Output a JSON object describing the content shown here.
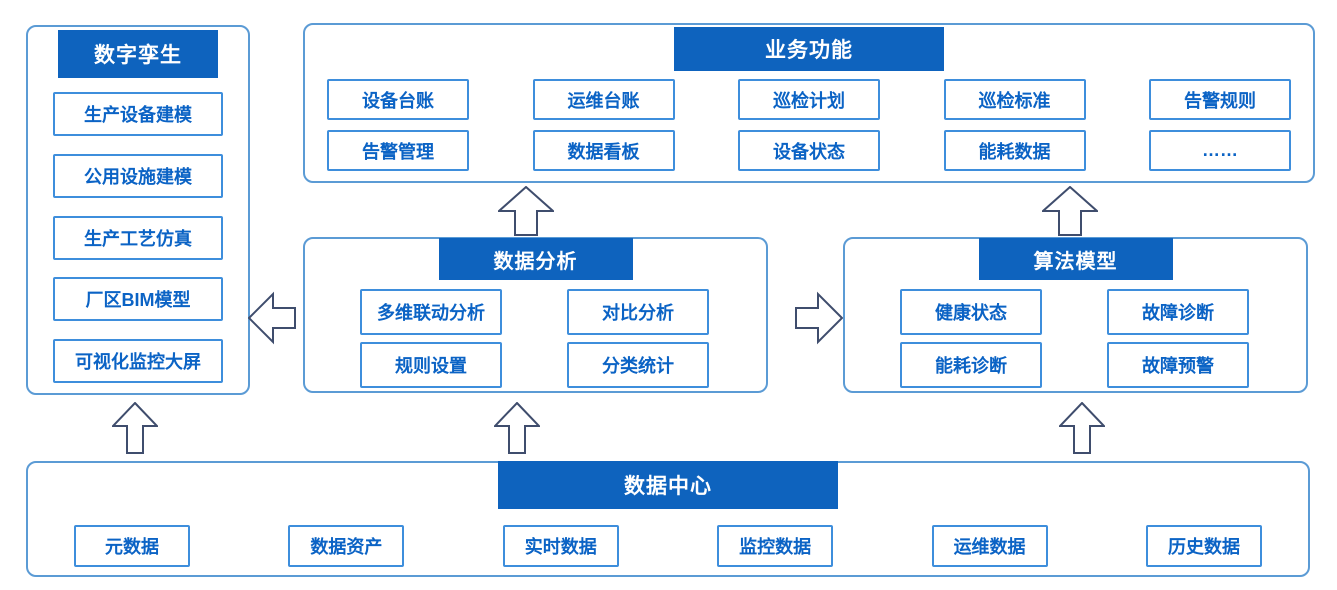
{
  "colors": {
    "header_fill": "#0E63BE",
    "header_text": "#FFFFFF",
    "item_text": "#0B63C5",
    "panel_border": "#5B9BD5",
    "item_border": "#3E8EDC",
    "arrow_stroke": "#3F4D6D",
    "background": "#FFFFFF"
  },
  "panels": {
    "digital_twin": {
      "title": "数字孪生",
      "items": [
        "生产设备建模",
        "公用设施建模",
        "生产工艺仿真",
        "厂区BIM模型",
        "可视化监控大屏"
      ]
    },
    "business_functions": {
      "title": "业务功能",
      "items_row1": [
        "设备台账",
        "运维台账",
        "巡检计划",
        "巡检标准",
        "告警规则"
      ],
      "items_row2": [
        "告警管理",
        "数据看板",
        "设备状态",
        "能耗数据",
        "……"
      ]
    },
    "data_analysis": {
      "title": "数据分析",
      "items": [
        "多维联动分析",
        "对比分析",
        "规则设置",
        "分类统计"
      ]
    },
    "algorithm_model": {
      "title": "算法模型",
      "items": [
        "健康状态",
        "故障诊断",
        "能耗诊断",
        "故障预警"
      ]
    },
    "data_center": {
      "title": "数据中心",
      "items": [
        "元数据",
        "数据资产",
        "实时数据",
        "监控数据",
        "运维数据",
        "历史数据"
      ]
    }
  }
}
